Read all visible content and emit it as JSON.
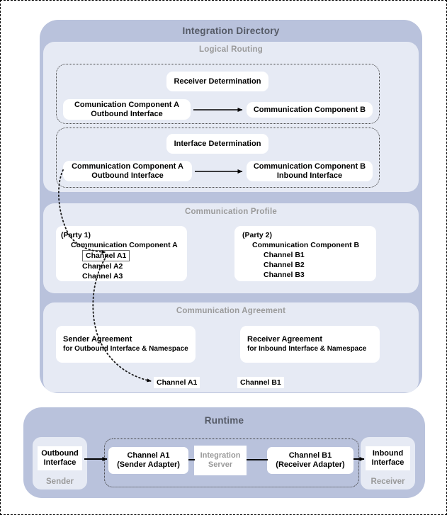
{
  "directory": {
    "title": "Integration Directory",
    "sections": {
      "logical_routing": {
        "title": "Logical Routing",
        "receiver_determination": {
          "title": "Receiver Determination",
          "source": {
            "line1": "Comunication Component A",
            "line2": "Outbound Interface"
          },
          "target": {
            "line1": "Communication Component B",
            "line2": ""
          },
          "arrow": "arrow-right"
        },
        "interface_determination": {
          "title": "Interface Determination",
          "source": {
            "line1": "Communication Component A",
            "line2": "Outbound Interface"
          },
          "target": {
            "line1": "Communication Component B",
            "line2": "Inbound Interface"
          },
          "arrow": "arrow-right"
        }
      },
      "communication_profile": {
        "title": "Communication Profile",
        "party_a": {
          "party": "(Party 1)",
          "component": "Communication Component A",
          "channels": [
            "Channel A1",
            "Channel A2",
            "Channel A3"
          ],
          "selected_channel": "Channel A1"
        },
        "party_b": {
          "party": "(Party 2)",
          "component": "Communication Component B",
          "channels": [
            "Channel B1",
            "Channel B2",
            "Channel B3"
          ],
          "selected_channel": ""
        }
      },
      "communication_agreement": {
        "title": "Communication Agreement",
        "sender": {
          "line1": "Sender Agreement",
          "line2": "for Outbound Interface & Namespace"
        },
        "receiver": {
          "line1": "Receiver Agreement",
          "line2": "for Inbound Interface & Namespace"
        },
        "sender_channel": "Channel A1",
        "receiver_channel": "Channel  B1"
      }
    }
  },
  "runtime": {
    "title": "Runtime",
    "sender": {
      "group_label": "Sender",
      "interface": {
        "line1": "Outbound",
        "line2": "Interface"
      }
    },
    "receiver": {
      "group_label": "Receiver",
      "interface": {
        "line1": "Inbound",
        "line2": "Interface"
      }
    },
    "pipeline": {
      "sender_adapter": {
        "line1": "Channel A1",
        "line2": "(Sender Adapter)"
      },
      "integration_server": {
        "line1": "Integration",
        "line2": "Server"
      },
      "receiver_adapter": {
        "line1": "Channel B1",
        "line2": "(Receiver Adapter)"
      }
    }
  },
  "colors": {
    "outer_panel": "#b9c2dc",
    "section_panel": "#e6eaf4",
    "box_fill": "#ffffff",
    "section_title": "#9a9a9a",
    "panel_title": "#555a66",
    "line": "#000000",
    "page_border": "#000000"
  }
}
